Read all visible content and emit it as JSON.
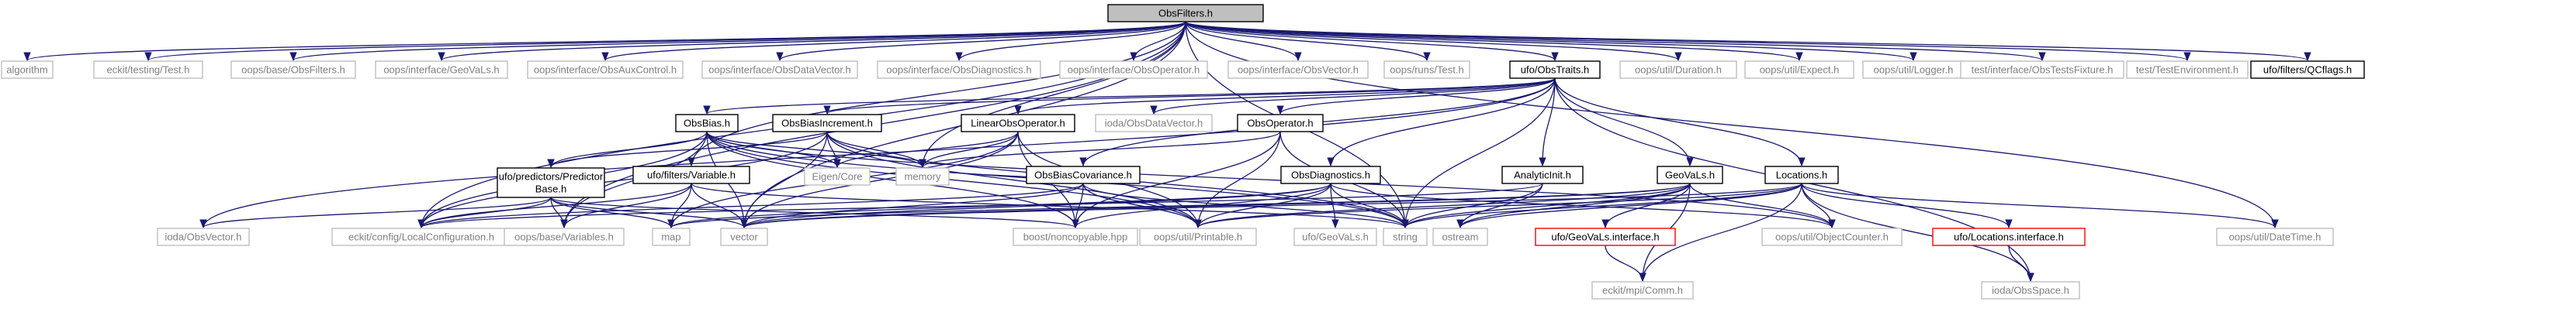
{
  "graph": {
    "colors": {
      "edge": "#191970",
      "root_fill": "#bfbfbf",
      "node_stroke": "#000000",
      "external_stroke": "#bfbfbf",
      "external_text": "#7f7f7f",
      "red_stroke": "#ff0000",
      "text": "#000000"
    },
    "nodes": [
      {
        "id": "root",
        "label": "ObsFilters.h",
        "kind": "root"
      },
      {
        "id": "algorithm",
        "label": "algorithm",
        "kind": "external"
      },
      {
        "id": "eckit_test",
        "label": "eckit/testing/Test.h",
        "kind": "external"
      },
      {
        "id": "oops_obsfilters",
        "label": "oops/base/ObsFilters.h",
        "kind": "external"
      },
      {
        "id": "oops_geovals",
        "label": "oops/interface/GeoVaLs.h",
        "kind": "external"
      },
      {
        "id": "oops_obsauxcontrol",
        "label": "oops/interface/ObsAuxControl.h",
        "kind": "external"
      },
      {
        "id": "oops_obsdatavector",
        "label": "oops/interface/ObsDataVector.h",
        "kind": "external"
      },
      {
        "id": "oops_obsdiagnostics",
        "label": "oops/interface/ObsDiagnostics.h",
        "kind": "external"
      },
      {
        "id": "oops_obsoperator",
        "label": "oops/interface/ObsOperator.h",
        "kind": "external"
      },
      {
        "id": "oops_obsvector",
        "label": "oops/interface/ObsVector.h",
        "kind": "external"
      },
      {
        "id": "oops_runs_test",
        "label": "oops/runs/Test.h",
        "kind": "external"
      },
      {
        "id": "ufo_obstraits",
        "label": "ufo/ObsTraits.h",
        "kind": "normal"
      },
      {
        "id": "oops_duration",
        "label": "oops/util/Duration.h",
        "kind": "external"
      },
      {
        "id": "oops_expect",
        "label": "oops/util/Expect.h",
        "kind": "external"
      },
      {
        "id": "oops_logger",
        "label": "oops/util/Logger.h",
        "kind": "external"
      },
      {
        "id": "test_obstests",
        "label": "test/interface/ObsTestsFixture.h",
        "kind": "external"
      },
      {
        "id": "test_testenv",
        "label": "test/TestEnvironment.h",
        "kind": "external"
      },
      {
        "id": "ufo_qcflags",
        "label": "ufo/filters/QCflags.h",
        "kind": "normal"
      },
      {
        "id": "obsbias",
        "label": "ObsBias.h",
        "kind": "normal"
      },
      {
        "id": "obsbiasincrement",
        "label": "ObsBiasIncrement.h",
        "kind": "normal"
      },
      {
        "id": "linearobsoperator",
        "label": "LinearObsOperator.h",
        "kind": "normal"
      },
      {
        "id": "ioda_obsdatavector",
        "label": "ioda/ObsDataVector.h",
        "kind": "external"
      },
      {
        "id": "obsoperator",
        "label": "ObsOperator.h",
        "kind": "normal"
      },
      {
        "id": "eigen",
        "label": "Eigen/Core",
        "kind": "external"
      },
      {
        "id": "memory",
        "label": "memory",
        "kind": "external"
      },
      {
        "id": "predictorbase",
        "label": "ufo/predictors/Predictor\nBase.h",
        "kind": "normal"
      },
      {
        "id": "variable",
        "label": "ufo/filters/Variable.h",
        "kind": "normal"
      },
      {
        "id": "obsbiascovariance",
        "label": "ObsBiasCovariance.h",
        "kind": "normal"
      },
      {
        "id": "obsdiagnostics",
        "label": "ObsDiagnostics.h",
        "kind": "normal"
      },
      {
        "id": "analyticinit",
        "label": "AnalyticInit.h",
        "kind": "normal"
      },
      {
        "id": "geovals",
        "label": "GeoVaLs.h",
        "kind": "normal"
      },
      {
        "id": "locations",
        "label": "Locations.h",
        "kind": "normal"
      },
      {
        "id": "ioda_obsvector",
        "label": "ioda/ObsVector.h",
        "kind": "external"
      },
      {
        "id": "eckit_localconfig",
        "label": "eckit/config/LocalConfiguration.h",
        "kind": "external"
      },
      {
        "id": "oops_variables",
        "label": "oops/base/Variables.h",
        "kind": "external"
      },
      {
        "id": "map",
        "label": "map",
        "kind": "external"
      },
      {
        "id": "vector",
        "label": "vector",
        "kind": "external"
      },
      {
        "id": "boost_noncopyable",
        "label": "boost/noncopyable.hpp",
        "kind": "external"
      },
      {
        "id": "oops_printable",
        "label": "oops/util/Printable.h",
        "kind": "external"
      },
      {
        "id": "ufo_geovals_h",
        "label": "ufo/GeoVaLs.h",
        "kind": "external"
      },
      {
        "id": "string",
        "label": "string",
        "kind": "external"
      },
      {
        "id": "ostream",
        "label": "ostream",
        "kind": "external"
      },
      {
        "id": "geovals_interface",
        "label": "ufo/GeoVaLs.interface.h",
        "kind": "red"
      },
      {
        "id": "oops_objectcounter",
        "label": "oops/util/ObjectCounter.h",
        "kind": "external"
      },
      {
        "id": "locations_interface",
        "label": "ufo/Locations.interface.h",
        "kind": "red"
      },
      {
        "id": "oops_datetime",
        "label": "oops/util/DateTime.h",
        "kind": "external"
      },
      {
        "id": "eckit_mpi_comm",
        "label": "eckit/mpi/Comm.h",
        "kind": "external"
      },
      {
        "id": "ioda_obsspace",
        "label": "ioda/ObsSpace.h",
        "kind": "external"
      }
    ],
    "edges": [
      [
        "root",
        "algorithm"
      ],
      [
        "root",
        "eckit_test"
      ],
      [
        "root",
        "oops_obsfilters"
      ],
      [
        "root",
        "oops_geovals"
      ],
      [
        "root",
        "oops_obsauxcontrol"
      ],
      [
        "root",
        "oops_obsdatavector"
      ],
      [
        "root",
        "oops_obsdiagnostics"
      ],
      [
        "root",
        "oops_obsoperator"
      ],
      [
        "root",
        "oops_obsvector"
      ],
      [
        "root",
        "oops_runs_test"
      ],
      [
        "root",
        "ufo_obstraits"
      ],
      [
        "root",
        "oops_duration"
      ],
      [
        "root",
        "oops_expect"
      ],
      [
        "root",
        "oops_logger"
      ],
      [
        "root",
        "test_obstests"
      ],
      [
        "root",
        "test_testenv"
      ],
      [
        "root",
        "ufo_qcflags"
      ],
      [
        "root",
        "variable"
      ],
      [
        "root",
        "memory"
      ],
      [
        "root",
        "eckit_localconfig"
      ],
      [
        "root",
        "oops_variables"
      ],
      [
        "root",
        "vector"
      ],
      [
        "root",
        "string"
      ],
      [
        "root",
        "oops_datetime"
      ],
      [
        "ufo_obstraits",
        "obsbias"
      ],
      [
        "ufo_obstraits",
        "obsbiasincrement"
      ],
      [
        "ufo_obstraits",
        "linearobsoperator"
      ],
      [
        "ufo_obstraits",
        "ioda_obsdatavector"
      ],
      [
        "ufo_obstraits",
        "obsoperator"
      ],
      [
        "ufo_obstraits",
        "obsbiascovariance"
      ],
      [
        "ufo_obstraits",
        "obsdiagnostics"
      ],
      [
        "ufo_obstraits",
        "analyticinit"
      ],
      [
        "ufo_obstraits",
        "geovals"
      ],
      [
        "ufo_obstraits",
        "locations"
      ],
      [
        "ufo_obstraits",
        "ioda_obsvector"
      ],
      [
        "ufo_obstraits",
        "ioda_obsspace"
      ],
      [
        "ufo_obstraits",
        "string"
      ],
      [
        "obsbias",
        "eigen"
      ],
      [
        "obsbias",
        "memory"
      ],
      [
        "obsbias",
        "predictorbase"
      ],
      [
        "obsbias",
        "eckit_localconfig"
      ],
      [
        "obsbias",
        "oops_variables"
      ],
      [
        "obsbias",
        "vector"
      ],
      [
        "obsbias",
        "boost_noncopyable"
      ],
      [
        "obsbias",
        "oops_printable"
      ],
      [
        "obsbias",
        "string"
      ],
      [
        "obsbias",
        "oops_objectcounter"
      ],
      [
        "obsbiasincrement",
        "eigen"
      ],
      [
        "obsbiasincrement",
        "memory"
      ],
      [
        "obsbiasincrement",
        "predictorbase"
      ],
      [
        "obsbiasincrement",
        "vector"
      ],
      [
        "obsbiasincrement",
        "oops_printable"
      ],
      [
        "obsbiasincrement",
        "string"
      ],
      [
        "obsbiasincrement",
        "eckit_localconfig"
      ],
      [
        "linearobsoperator",
        "eigen"
      ],
      [
        "linearobsoperator",
        "memory"
      ],
      [
        "linearobsoperator",
        "boost_noncopyable"
      ],
      [
        "linearobsoperator",
        "oops_printable"
      ],
      [
        "linearobsoperator",
        "map"
      ],
      [
        "linearobsoperator",
        "vector"
      ],
      [
        "obsoperator",
        "memory"
      ],
      [
        "obsoperator",
        "boost_noncopyable"
      ],
      [
        "obsoperator",
        "oops_printable"
      ],
      [
        "obsoperator",
        "string"
      ],
      [
        "predictorbase",
        "ioda_obsvector"
      ],
      [
        "predictorbase",
        "eckit_localconfig"
      ],
      [
        "predictorbase",
        "oops_variables"
      ],
      [
        "predictorbase",
        "map"
      ],
      [
        "predictorbase",
        "vector"
      ],
      [
        "predictorbase",
        "boost_noncopyable"
      ],
      [
        "variable",
        "eckit_localconfig"
      ],
      [
        "variable",
        "oops_variables"
      ],
      [
        "variable",
        "map"
      ],
      [
        "variable",
        "vector"
      ],
      [
        "variable",
        "string"
      ],
      [
        "obsbiascovariance",
        "eckit_localconfig"
      ],
      [
        "obsbiascovariance",
        "vector"
      ],
      [
        "obsbiascovariance",
        "boost_noncopyable"
      ],
      [
        "obsbiascovariance",
        "oops_printable"
      ],
      [
        "obsbiascovariance",
        "string"
      ],
      [
        "obsbiascovariance",
        "memory"
      ],
      [
        "obsdiagnostics",
        "map"
      ],
      [
        "obsdiagnostics",
        "vector"
      ],
      [
        "obsdiagnostics",
        "boost_noncopyable"
      ],
      [
        "obsdiagnostics",
        "oops_printable"
      ],
      [
        "obsdiagnostics",
        "ufo_geovals_h"
      ],
      [
        "obsdiagnostics",
        "string"
      ],
      [
        "obsdiagnostics",
        "oops_objectcounter"
      ],
      [
        "analyticinit",
        "string"
      ],
      [
        "analyticinit",
        "eckit_localconfig"
      ],
      [
        "analyticinit",
        "ostream"
      ],
      [
        "geovals",
        "vector"
      ],
      [
        "geovals",
        "oops_printable"
      ],
      [
        "geovals",
        "string"
      ],
      [
        "geovals",
        "ostream"
      ],
      [
        "geovals",
        "geovals_interface"
      ],
      [
        "geovals",
        "oops_objectcounter"
      ],
      [
        "geovals",
        "eckit_mpi_comm"
      ],
      [
        "geovals",
        "map"
      ],
      [
        "locations",
        "ostream"
      ],
      [
        "locations",
        "string"
      ],
      [
        "locations",
        "vector"
      ],
      [
        "locations",
        "oops_printable"
      ],
      [
        "locations",
        "oops_objectcounter"
      ],
      [
        "locations",
        "locations_interface"
      ],
      [
        "locations",
        "oops_datetime"
      ],
      [
        "locations",
        "eckit_mpi_comm"
      ],
      [
        "locations",
        "ioda_obsspace"
      ],
      [
        "geovals_interface",
        "eckit_mpi_comm"
      ],
      [
        "locations_interface",
        "ioda_obsspace"
      ]
    ]
  }
}
